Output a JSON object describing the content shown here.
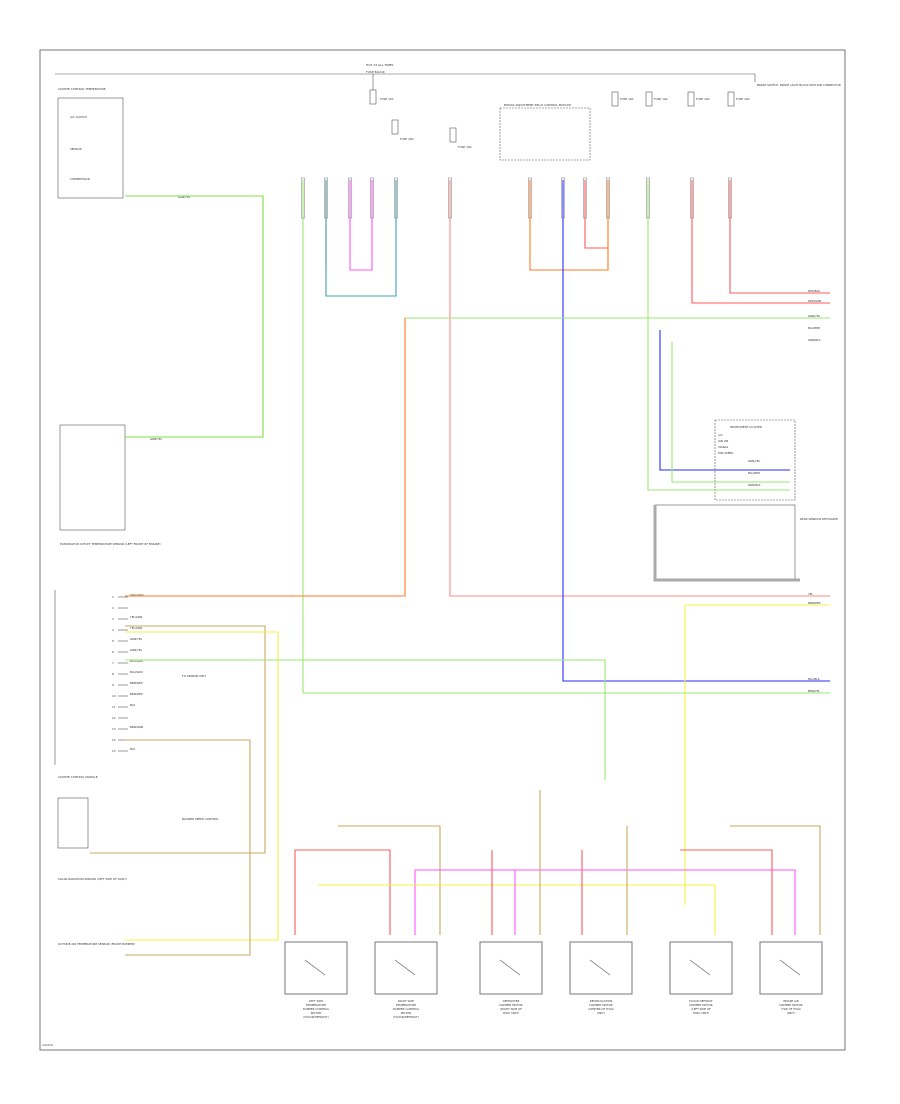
{
  "fig_id": "1/2/2/4",
  "top_bus": {
    "label": "HOT AT ALL TIMES",
    "fuse_label": "FUSE BLOCK"
  },
  "bypass_relay": {
    "label": "BYPASS ADJUSTMENT RELAY CONTROL MODULE"
  },
  "fuses": [
    {
      "id": "f1",
      "label": "FUSE 15A"
    },
    {
      "id": "f2",
      "label": "FUSE 20A"
    },
    {
      "id": "f3",
      "label": "FUSE 10A"
    },
    {
      "id": "f4",
      "label": "FUSE 10A"
    },
    {
      "id": "f5",
      "label": "FUSE 10A"
    },
    {
      "id": "f6",
      "label": "FUSE 10A"
    },
    {
      "id": "f7",
      "label": "FUSE 10A"
    }
  ],
  "right_top_label": "BRAKE SWITCH, BRAKE LIGHT BLOCK SECTION CONNECTOR",
  "climate_top": {
    "title": "CLIMATE CONTROL TEMPERATURE",
    "lines": [
      "A/C CLUTCH",
      "SENSOR",
      "COMPRESSOR"
    ],
    "wire_label": "GRN/YEL"
  },
  "mid_left_module": {
    "caption": "EVAPORATOR OUTLET TEMPERATURE SENSOR (LEFT FRONT OF ENGINE)",
    "wire_label": "GRN/YEL"
  },
  "harness_pins": [
    {
      "pin": "1",
      "wire": "ORG/GRN"
    },
    {
      "pin": "2",
      "wire": ""
    },
    {
      "pin": "3",
      "wire": "YEL/GRN"
    },
    {
      "pin": "4",
      "wire": "YEL/GRN"
    },
    {
      "pin": "5",
      "wire": "GRN/YEL"
    },
    {
      "pin": "6",
      "wire": "GRN/YEL"
    },
    {
      "pin": "7",
      "wire": "BLU/GRN"
    },
    {
      "pin": "8",
      "wire": "BLU/GRN"
    },
    {
      "pin": "9",
      "wire": "BRN/RED"
    },
    {
      "pin": "10",
      "wire": "BRN/RED"
    },
    {
      "pin": "11",
      "wire": "BLK"
    },
    {
      "pin": "12",
      "wire": ""
    },
    {
      "pin": "13",
      "wire": "BRN/GRN"
    },
    {
      "pin": "14",
      "wire": ""
    },
    {
      "pin": "15",
      "wire": "BLK"
    }
  ],
  "harness_side_label": "TO SENSOR UNIT",
  "climate_module": {
    "label": "CLIMATE CONTROL MODULE"
  },
  "blower_label": "BLOWER SPEED CONTROL",
  "solar_sensor_label": "SOLAR RADIATION SENSOR (LEFT SIDE OF DASH)",
  "ambient_sensor_label": "OUTSIDE AIR TEMPERATURE SENSOR (FRONT BUMPER)",
  "right_module": {
    "title": "INSTRUMENT CLUSTER",
    "lines": [
      "A/C",
      "IGN ON",
      "SIGNAL",
      "FAN SPEED"
    ],
    "wire_labels": [
      "GRN/YEL",
      "BLU/RED",
      "GRN/BLK"
    ]
  },
  "rear_module": {
    "label": "REAR WINDOW DEFOGGER"
  },
  "right_edge_labels": [
    "RED/BLK",
    "RED/GRN",
    "GRN/YEL",
    "BLU/RED",
    "GRN/BLK",
    "YEL",
    "BRN/RED",
    "BLU/BLK",
    "BRN/YEL"
  ],
  "actuators": [
    {
      "id": "a1",
      "label": "LEFT SIDE TEMPERATURE DAMPER CONTROL MOTOR (FLOOR/DEFROST)"
    },
    {
      "id": "a2",
      "label": "RIGHT SIDE TEMPERATURE DAMPER CONTROL MOTOR (FLOOR/DEFROST)"
    },
    {
      "id": "a3",
      "label": "DEFROSTER DAMPER MOTOR (RIGHT SIDE OF HVAC UNIT)"
    },
    {
      "id": "a4",
      "label": "RECIRCULATION DAMPER MOTOR (CENTER OF HVAC UNIT)"
    },
    {
      "id": "a5",
      "label": "FLOOR DEFROST DAMPER MOTOR (LEFT SIDE OF HVAC UNIT)"
    },
    {
      "id": "a6",
      "label": "INTAKE AIR DAMPER MOTOR (TOP OF HVAC UNIT)"
    }
  ],
  "colors": {
    "green": "#7be040",
    "red": "#ff5a5a",
    "pink": "#ff8a8a",
    "orange": "#ff7a20",
    "blue": "#2a2aff",
    "purple": "#ff55ff",
    "yellow": "#f4f040",
    "tan": "#c8a860",
    "teal": "#44a0b0",
    "lightgreen": "#9be870"
  }
}
